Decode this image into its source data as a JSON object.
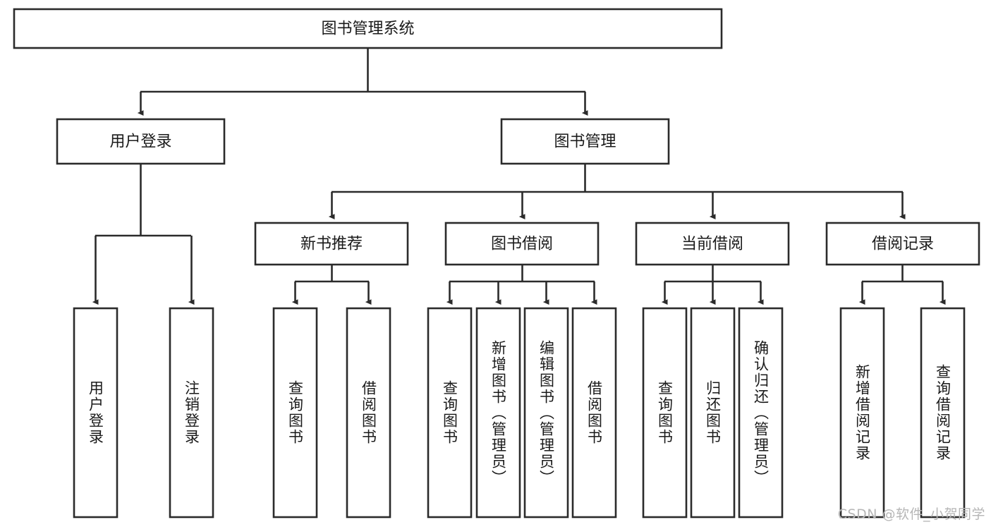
{
  "diagram": {
    "type": "tree-hierarchy",
    "title_node": {
      "label": "图书管理系统"
    },
    "level2": [
      {
        "id": "user-login",
        "label": "用户登录"
      },
      {
        "id": "book-management",
        "label": "图书管理"
      }
    ],
    "level3": [
      {
        "id": "new-book-recommend",
        "label": "新书推荐",
        "parent": "book-management"
      },
      {
        "id": "book-borrow",
        "label": "图书借阅",
        "parent": "book-management"
      },
      {
        "id": "current-borrow",
        "label": "当前借阅",
        "parent": "book-management"
      },
      {
        "id": "borrow-record",
        "label": "借阅记录",
        "parent": "book-management"
      }
    ],
    "leaves": {
      "user-login": [
        {
          "id": "leaf-user-login",
          "label": "用户登录"
        },
        {
          "id": "leaf-logout",
          "label": "注销登录"
        }
      ],
      "new-book-recommend": [
        {
          "id": "leaf-query-book-1",
          "label": "查询图书"
        },
        {
          "id": "leaf-borrow-book-1",
          "label": "借阅图书"
        }
      ],
      "book-borrow": [
        {
          "id": "leaf-query-book-2",
          "label": "查询图书"
        },
        {
          "id": "leaf-add-book",
          "label": "新增图书（管理员）"
        },
        {
          "id": "leaf-edit-book",
          "label": "编辑图书（管理员）"
        },
        {
          "id": "leaf-borrow-book-2",
          "label": "借阅图书"
        }
      ],
      "current-borrow": [
        {
          "id": "leaf-query-book-3",
          "label": "查询图书"
        },
        {
          "id": "leaf-return-book",
          "label": "归还图书"
        },
        {
          "id": "leaf-confirm-return",
          "label": "确认归还（管理员）"
        }
      ],
      "borrow-record": [
        {
          "id": "leaf-add-record",
          "label": "新增借阅记录"
        },
        {
          "id": "leaf-query-record",
          "label": "查询借阅记录"
        }
      ]
    },
    "colors": {
      "stroke": "#2b2b2b",
      "fill": "#ffffff",
      "text": "#1a1a1a",
      "background": "#ffffff",
      "watermark": "#b6b6b6"
    }
  },
  "watermark": {
    "text": "CSDN @软件_小贺同学"
  }
}
